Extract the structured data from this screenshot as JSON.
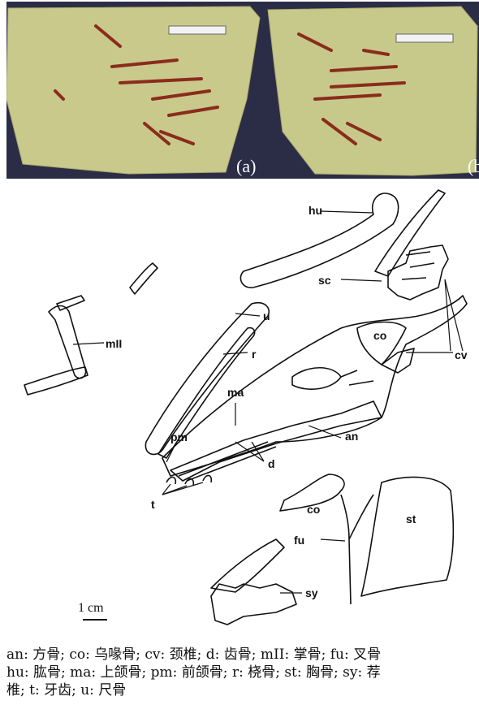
{
  "photos": {
    "label_a": "(a)",
    "label_b": "(b)"
  },
  "labels": {
    "hu": "hu",
    "sc": "sc",
    "co_upper": "co",
    "cv": "cv",
    "u": "u",
    "r": "r",
    "mII": "mII",
    "ma": "ma",
    "pm": "pm",
    "an": "an",
    "d": "d",
    "t": "t",
    "co_lower": "co",
    "st": "st",
    "fu": "fu",
    "sy": "sy"
  },
  "scale": {
    "label": "1 cm"
  },
  "caption": {
    "line1": "an: 方骨; co: 乌喙骨; cv: 颈椎; d: 齿骨; mII: 掌骨; fu: 叉骨",
    "line2": "hu: 肱骨; ma: 上颌骨; pm: 前颌骨; r: 桡骨; st: 胸骨; sy: 荐",
    "line3": "椎; t: 牙齿; u: 尺骨"
  },
  "colors": {
    "photo_background": "#2b2d47",
    "slab": "#c9c98c",
    "bone_red": "#8a2c1c",
    "line": "#111111"
  }
}
